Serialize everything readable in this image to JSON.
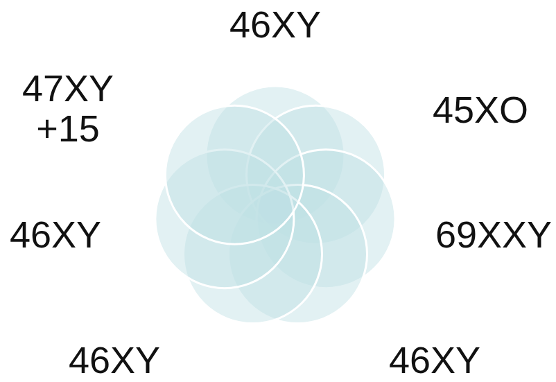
{
  "diagram": {
    "labels": [
      "46XY",
      "47XY +15",
      "45XO",
      "46XY",
      "69XXY",
      "46XY",
      "46XY"
    ]
  }
}
